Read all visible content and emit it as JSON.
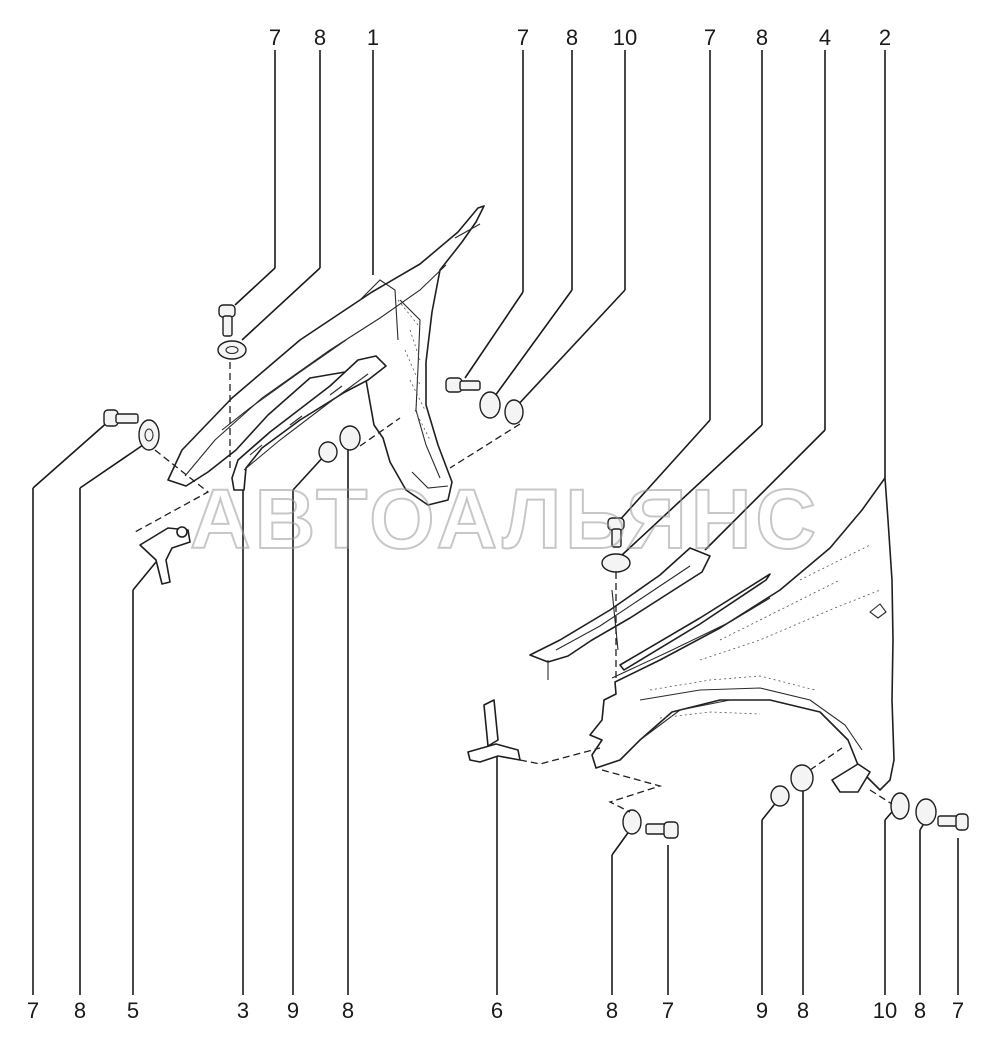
{
  "watermark": "АВТОАЛЬЯНС",
  "callouts": {
    "top_1": "7",
    "top_2": "8",
    "top_3": "1",
    "top_4": "7",
    "top_5": "8",
    "top_6": "10",
    "top_7": "7",
    "top_8": "8",
    "top_9": "4",
    "top_10": "2",
    "bot_1": "7",
    "bot_2": "8",
    "bot_3": "5",
    "bot_4": "3",
    "bot_5": "9",
    "bot_6": "8",
    "bot_7": "6",
    "bot_8": "8",
    "bot_9": "7",
    "bot_10": "9",
    "bot_11": "8",
    "bot_12": "10",
    "bot_13": "8",
    "bot_14": "7"
  },
  "colors": {
    "line": "#1f1f1f",
    "watermark": "#9a9a9a",
    "background": "#ffffff"
  }
}
